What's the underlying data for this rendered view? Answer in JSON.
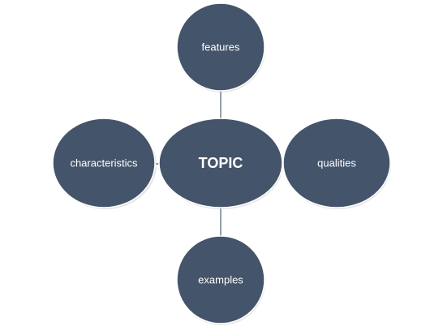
{
  "diagram": {
    "center": {
      "label": "TOPIC"
    },
    "nodes": {
      "top": {
        "label": "features"
      },
      "left": {
        "label": "characteristics"
      },
      "right": {
        "label": "qualities"
      },
      "bottom": {
        "label": "examples"
      }
    },
    "colors": {
      "bubble_fill": "#44546a",
      "connector": "#5a6a7e",
      "text": "#ffffff",
      "background": "#ffffff"
    }
  }
}
